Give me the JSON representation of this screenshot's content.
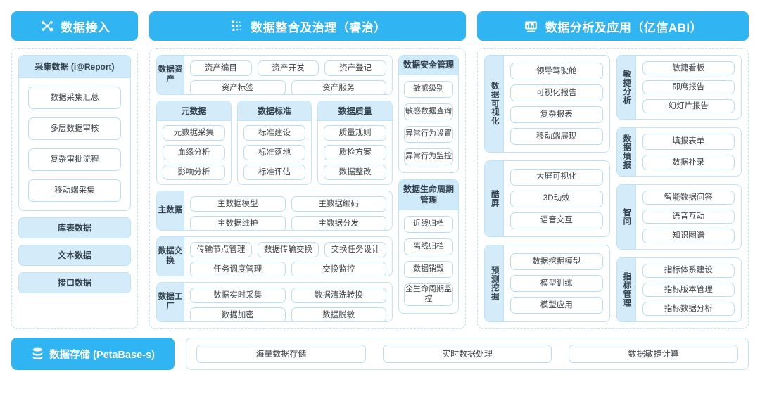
{
  "headers": [
    {
      "title": "数据接入",
      "icon": "molecule-nodes-icon"
    },
    {
      "title": "数据整合及治理（睿治）",
      "icon": "data-dots-icon"
    },
    {
      "title": "数据分析及应用（亿信ABI）",
      "icon": "monitor-chart-icon"
    }
  ],
  "column1": {
    "card": {
      "title": "采集数据 (i@Report)",
      "items": [
        "数据采集汇总",
        "多层数据审核",
        "复杂审批流程",
        "移动端采集"
      ]
    },
    "sources": [
      "库表数据",
      "文本数据",
      "接口数据"
    ]
  },
  "column2": {
    "asset_group": {
      "label": "数据资产",
      "row1": [
        "资产编目",
        "资产开发",
        "资产登记"
      ],
      "row2": [
        "资产标签",
        "资产服务"
      ]
    },
    "trio": [
      {
        "title": "元数据",
        "items": [
          "元数据采集",
          "血缘分析",
          "影响分析"
        ]
      },
      {
        "title": "数据标准",
        "items": [
          "标准建设",
          "标准落地",
          "标准评估"
        ]
      },
      {
        "title": "数据质量",
        "items": [
          "质量规则",
          "质检方案",
          "数据整改"
        ]
      }
    ],
    "master_group": {
      "label": "主数据",
      "row1": [
        "主数据模型",
        "主数据编码"
      ],
      "row2": [
        "主数据维护",
        "主数据分发"
      ]
    },
    "exchange_group": {
      "label": "数据交换",
      "row1": [
        "传输节点管理",
        "数据传输交换",
        "交换任务设计"
      ],
      "row2": [
        "任务调度管理",
        "交换监控"
      ]
    },
    "factory_group": {
      "label": "数据工厂",
      "row1": [
        "数据实时采集",
        "数据清洗转换"
      ],
      "row2": [
        "数据加密",
        "数据脱敏"
      ]
    },
    "security": {
      "title": "数据安全管理",
      "items": [
        "敏感级别",
        "敏感数据查询",
        "异常行为设置",
        "异常行为监控"
      ]
    },
    "lifecycle": {
      "title": "数据生命周期管理",
      "items": [
        "近线归档",
        "离线归档",
        "数据销毁",
        "全生命周期监控"
      ]
    }
  },
  "column3": {
    "left": [
      {
        "label": "数据可视化",
        "items": [
          "领导驾驶舱",
          "可视化报告",
          "复杂报表",
          "移动端展现"
        ]
      },
      {
        "label": "酷屏",
        "items": [
          "大屏可视化",
          "3D动效",
          "语音交互"
        ]
      },
      {
        "label": "预测挖掘",
        "items": [
          "数据挖掘模型",
          "模型训练",
          "模型应用"
        ]
      }
    ],
    "right": [
      {
        "label": "敏捷分析",
        "items": [
          "敏捷看板",
          "即席报告",
          "幻灯片报告"
        ]
      },
      {
        "label": "数据填报",
        "items": [
          "填报表单",
          "数据补录"
        ]
      },
      {
        "label": "智问",
        "items": [
          "智能数据问答",
          "语音互动",
          "知识图谱"
        ]
      },
      {
        "label": "指标管理",
        "items": [
          "指标体系建设",
          "指标版本管理",
          "指标数据分析"
        ]
      }
    ]
  },
  "bottom": {
    "badge": {
      "title": "数据存储 (PetaBase-s)",
      "icon": "database-stack-icon"
    },
    "items": [
      "海量数据存储",
      "实时数据处理",
      "数据敏捷计算"
    ]
  },
  "colors": {
    "accent": "#30b4f2",
    "panel_fill": "#d4ecfa",
    "border": "#bfe3f7"
  }
}
